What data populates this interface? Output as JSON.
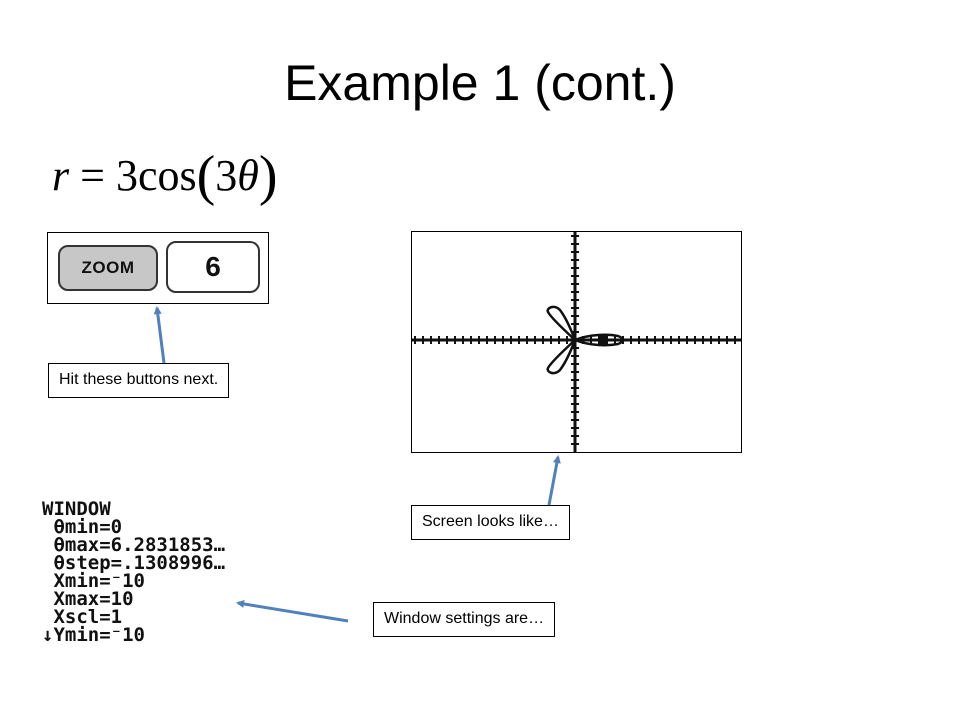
{
  "slide": {
    "title": "Example 1 (cont.)",
    "formula": {
      "lhs": "r",
      "equals": "=",
      "coef": "3",
      "func": "cos",
      "open_paren": "(",
      "arg_coef": "3",
      "arg_var": "θ",
      "close_paren": ")"
    }
  },
  "keys": {
    "zoom": "ZOOM",
    "six": "6"
  },
  "callouts": {
    "buttons": "Hit these buttons next.",
    "screen": "Screen looks like…",
    "window": "Window settings are…"
  },
  "window_settings": {
    "header": "WINDOW",
    "lines": [
      " θmin=0",
      " θmax=6.2831853…",
      " θstep=.1308996…",
      " Xmin=⁻10",
      " Xmax=10",
      " Xscl=1",
      "↓Ymin=⁻10"
    ]
  },
  "colors": {
    "arrow": "#4f81bd"
  }
}
